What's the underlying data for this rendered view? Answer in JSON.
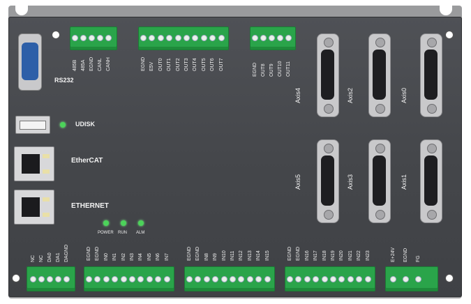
{
  "ports": {
    "rs232": "RS232",
    "udisk": "UDISK",
    "ethercat": "EtherCAT",
    "ethernet": "ETHERNET"
  },
  "leds": {
    "power": "POWER",
    "run": "RUN",
    "alm": "ALM"
  },
  "axes": {
    "axis0": "Axis0",
    "axis1": "Axis1",
    "axis2": "Axis2",
    "axis3": "Axis3",
    "axis4": "Axis4",
    "axis5": "Axis5"
  },
  "top_terminals": {
    "can_485": [
      "485B",
      "485A",
      "EGND",
      "CANL",
      "CANH"
    ],
    "outputs_a": [
      "EGND",
      "E5V",
      "OUT0",
      "OUT1",
      "OUT2",
      "OUT3",
      "OUT4",
      "OUT5",
      "OUT6",
      "OUT7"
    ],
    "outputs_b": [
      "EGND",
      "OUT8",
      "OUT9",
      "OUT10",
      "OUT11"
    ]
  },
  "bottom_terminals": {
    "da": [
      "NC",
      "NC",
      "DA0",
      "DA1",
      "DAGND"
    ],
    "inputs_a": [
      "EGND",
      "EGND",
      "IN0",
      "IN1",
      "IN2",
      "IN3",
      "IN4",
      "IN5",
      "IN6",
      "IN7"
    ],
    "inputs_b": [
      "EGND",
      "EGND",
      "IN8",
      "IN9",
      "IN10",
      "IN11",
      "IN12",
      "IN13",
      "IN14",
      "IN15"
    ],
    "inputs_c": [
      "EGND",
      "EGND",
      "IN16",
      "IN17",
      "IN18",
      "IN19",
      "IN20",
      "IN21",
      "IN22",
      "IN23"
    ],
    "power": [
      "E+24V",
      "EGND",
      "FG"
    ]
  },
  "colors": {
    "housing": "#45474b",
    "terminal_green": "#2aa44a",
    "led_green": "#4cd35a"
  }
}
